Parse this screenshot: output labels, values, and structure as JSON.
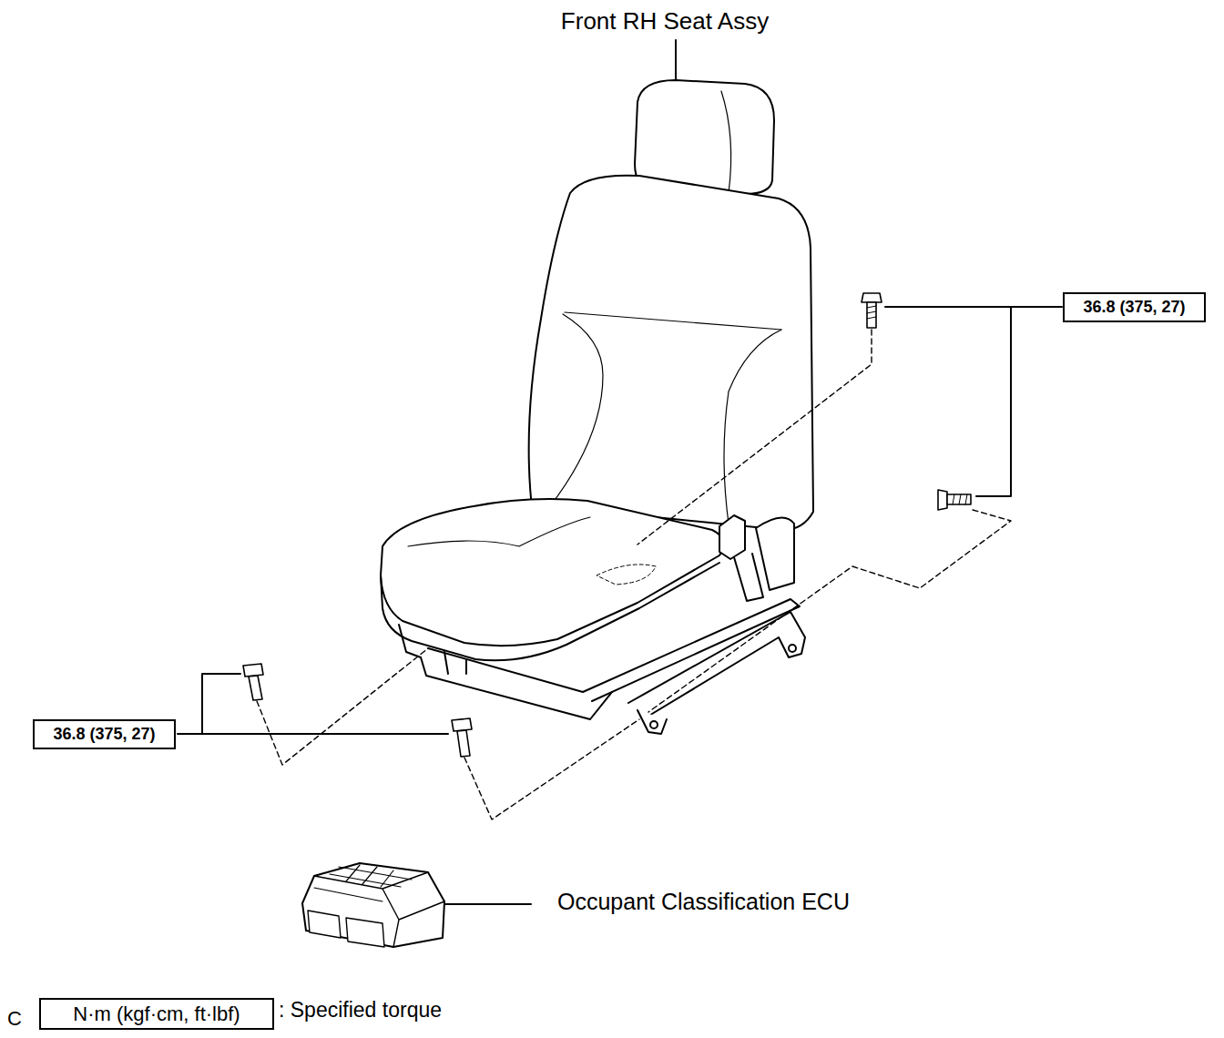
{
  "diagram": {
    "nodes": [
      {
        "text": [
          "36.8 (375, 27)"
        ]
      },
      {
        "text": [
          "36.8 (375, 27)"
        ]
      },
      {
        "text": [
          "N·m (kgf·cm, ft·lbf)"
        ]
      }
    ],
    "labels": [
      "Front RH Seat Assy",
      "Occupant Classification ECU",
      ": Specified torque",
      "C"
    ]
  }
}
